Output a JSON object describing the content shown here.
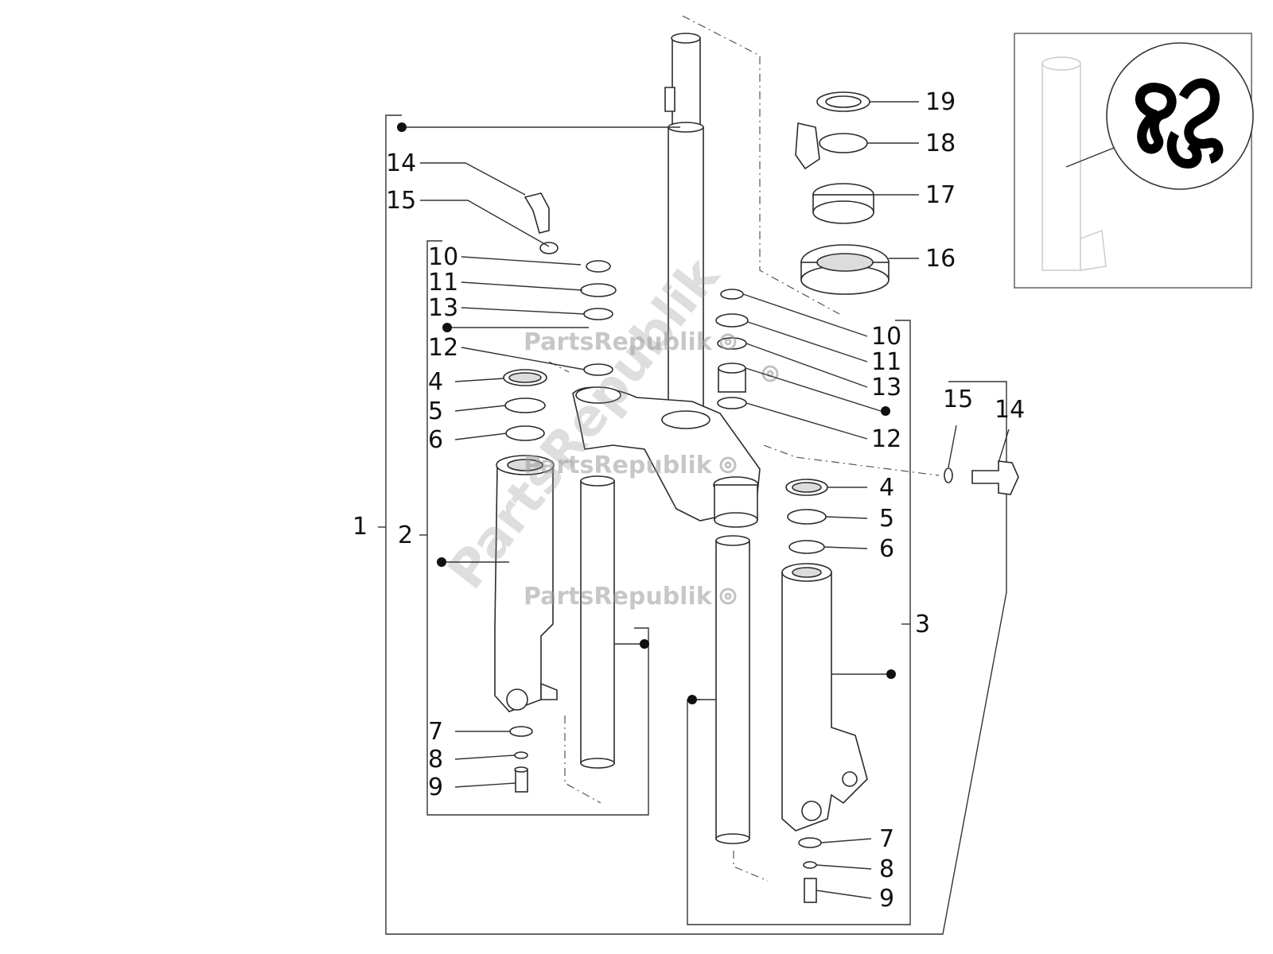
{
  "diagram": {
    "callouts": {
      "c1": "1",
      "c2": "2",
      "c3": "3",
      "c4l": "4",
      "c5l": "5",
      "c6l": "6",
      "c7l": "7",
      "c8l": "8",
      "c9l": "9",
      "c10l": "10",
      "c11l": "11",
      "c12l": "12",
      "c13l": "13",
      "c14l": "14",
      "c15l": "15",
      "c4r": "4",
      "c5r": "5",
      "c6r": "6",
      "c7r": "7",
      "c8r": "8",
      "c9r": "9",
      "c10r": "10",
      "c11r": "11",
      "c12r": "12",
      "c13r": "13",
      "c14r": "14",
      "c15r": "15",
      "c16": "16",
      "c17": "17",
      "c18": "18",
      "c19": "19"
    },
    "watermark": {
      "text": "PartsRepublik",
      "diagonal": "PartsRepublik"
    },
    "icons": [
      "gear-icon",
      "parts-republik-logo-icon"
    ]
  }
}
